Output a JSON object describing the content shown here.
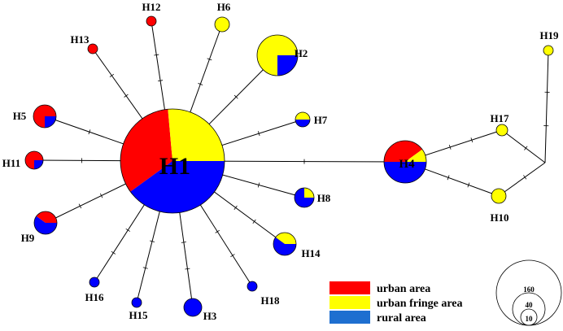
{
  "colors": {
    "urban": "#ff0000",
    "fringe": "#ffff00",
    "rural": "#0000ff",
    "outline": "#000000"
  },
  "haplotypes": [
    {
      "id": "H1",
      "label": "H1",
      "urban": 0.42,
      "fringe": 0.33,
      "rural": 0.5
    },
    {
      "id": "H2",
      "label": "H2",
      "urban": 0.0,
      "fringe": 0.75,
      "rural": 0.25
    },
    {
      "id": "H3",
      "label": "H3",
      "urban": 0.0,
      "fringe": 0.0,
      "rural": 1.0
    },
    {
      "id": "H4",
      "label": "H4",
      "urban": 0.4,
      "fringe": 0.1,
      "rural": 0.5
    },
    {
      "id": "H5",
      "label": "H5",
      "urban": 0.75,
      "fringe": 0.0,
      "rural": 0.25
    },
    {
      "id": "H6",
      "label": "H6",
      "urban": 0.0,
      "fringe": 1.0,
      "rural": 0.0
    },
    {
      "id": "H7",
      "label": "H7",
      "urban": 0.0,
      "fringe": 0.5,
      "rural": 0.5
    },
    {
      "id": "H8",
      "label": "H8",
      "urban": 0.0,
      "fringe": 0.25,
      "rural": 0.75
    },
    {
      "id": "H9",
      "label": "H9",
      "urban": 0.4,
      "fringe": 0.0,
      "rural": 0.6
    },
    {
      "id": "H10",
      "label": "H10",
      "urban": 0.0,
      "fringe": 1.0,
      "rural": 0.0
    },
    {
      "id": "H11",
      "label": "H11",
      "urban": 0.75,
      "fringe": 0.0,
      "rural": 0.25
    },
    {
      "id": "H12",
      "label": "H12",
      "urban": 1.0,
      "fringe": 0.0,
      "rural": 0.0
    },
    {
      "id": "H13",
      "label": "H13",
      "urban": 1.0,
      "fringe": 0.0,
      "rural": 0.0
    },
    {
      "id": "H14",
      "label": "H14",
      "urban": 0.0,
      "fringe": 0.4,
      "rural": 0.6
    },
    {
      "id": "H15",
      "label": "H15",
      "urban": 0.0,
      "fringe": 0.0,
      "rural": 1.0
    },
    {
      "id": "H16",
      "label": "H16",
      "urban": 0.0,
      "fringe": 0.0,
      "rural": 1.0
    },
    {
      "id": "H17",
      "label": "H17",
      "urban": 0.0,
      "fringe": 1.0,
      "rural": 0.0
    },
    {
      "id": "H18",
      "label": "H18",
      "urban": 0.0,
      "fringe": 0.0,
      "rural": 1.0
    },
    {
      "id": "H19",
      "label": "H19",
      "urban": 0.0,
      "fringe": 1.0,
      "rural": 0.0
    }
  ],
  "links": [
    {
      "from": "H1",
      "to": "H2",
      "steps": 1
    },
    {
      "from": "H1",
      "to": "H3",
      "steps": 2
    },
    {
      "from": "H1",
      "to": "H4",
      "steps": 1
    },
    {
      "from": "H1",
      "to": "H5",
      "steps": 1
    },
    {
      "from": "H1",
      "to": "H6",
      "steps": 2
    },
    {
      "from": "H1",
      "to": "H7",
      "steps": 1
    },
    {
      "from": "H1",
      "to": "H8",
      "steps": 1
    },
    {
      "from": "H1",
      "to": "H9",
      "steps": 2
    },
    {
      "from": "H1",
      "to": "H11",
      "steps": 1
    },
    {
      "from": "H1",
      "to": "H12",
      "steps": 2
    },
    {
      "from": "H1",
      "to": "H13",
      "steps": 2
    },
    {
      "from": "H1",
      "to": "H14",
      "steps": 2
    },
    {
      "from": "H1",
      "to": "H15",
      "steps": 2
    },
    {
      "from": "H1",
      "to": "H16",
      "steps": 2
    },
    {
      "from": "H1",
      "to": "H18",
      "steps": 2
    },
    {
      "from": "H4",
      "to": "H17",
      "steps": 2
    },
    {
      "from": "H4",
      "to": "H10",
      "steps": 2
    },
    {
      "from": "H17",
      "to": "JX",
      "steps": 1
    },
    {
      "from": "H10",
      "to": "JX",
      "steps": 1
    },
    {
      "from": "JX",
      "to": "H19",
      "steps": 2
    }
  ],
  "legend": [
    {
      "key": "urban",
      "label": "urban area"
    },
    {
      "key": "fringe",
      "label": "urban fringe area"
    },
    {
      "key": "rural",
      "label": "rural area"
    }
  ],
  "scale": [
    {
      "value": "160"
    },
    {
      "value": "40"
    },
    {
      "value": "10"
    }
  ]
}
